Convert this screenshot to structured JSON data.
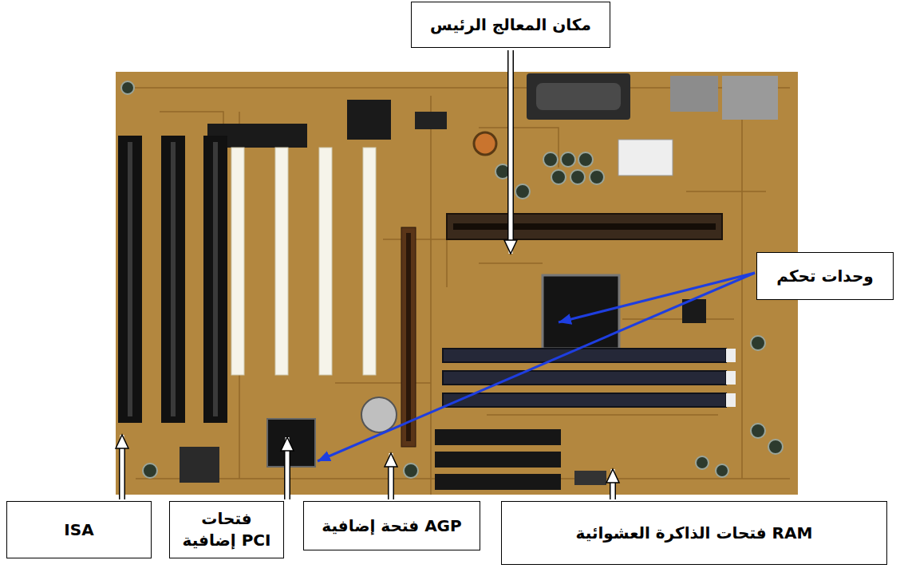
{
  "diagram": {
    "nodes": [
      {
        "text": [
          "مكان المعالج الرئيس"
        ]
      },
      {
        "text": [
          "وحدات تحكم"
        ]
      },
      {
        "text": [
          "ISA"
        ]
      },
      {
        "text": [
          "فتحات إضافية PCI"
        ]
      },
      {
        "text": [
          "فتحة إضافية AGP"
        ]
      },
      {
        "text": [
          "فتحات الذاكرة العشوائية RAM"
        ]
      }
    ]
  }
}
